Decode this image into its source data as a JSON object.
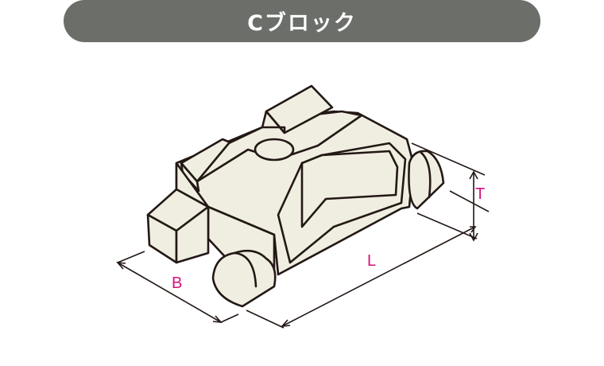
{
  "title": "Cブロック",
  "labels": {
    "length": "L",
    "width": "B",
    "thickness": "T"
  },
  "colors": {
    "header_bg": "#6b6e69",
    "block_fill": "#f0eee1",
    "outline": "#231815",
    "label": "#d6127a"
  }
}
